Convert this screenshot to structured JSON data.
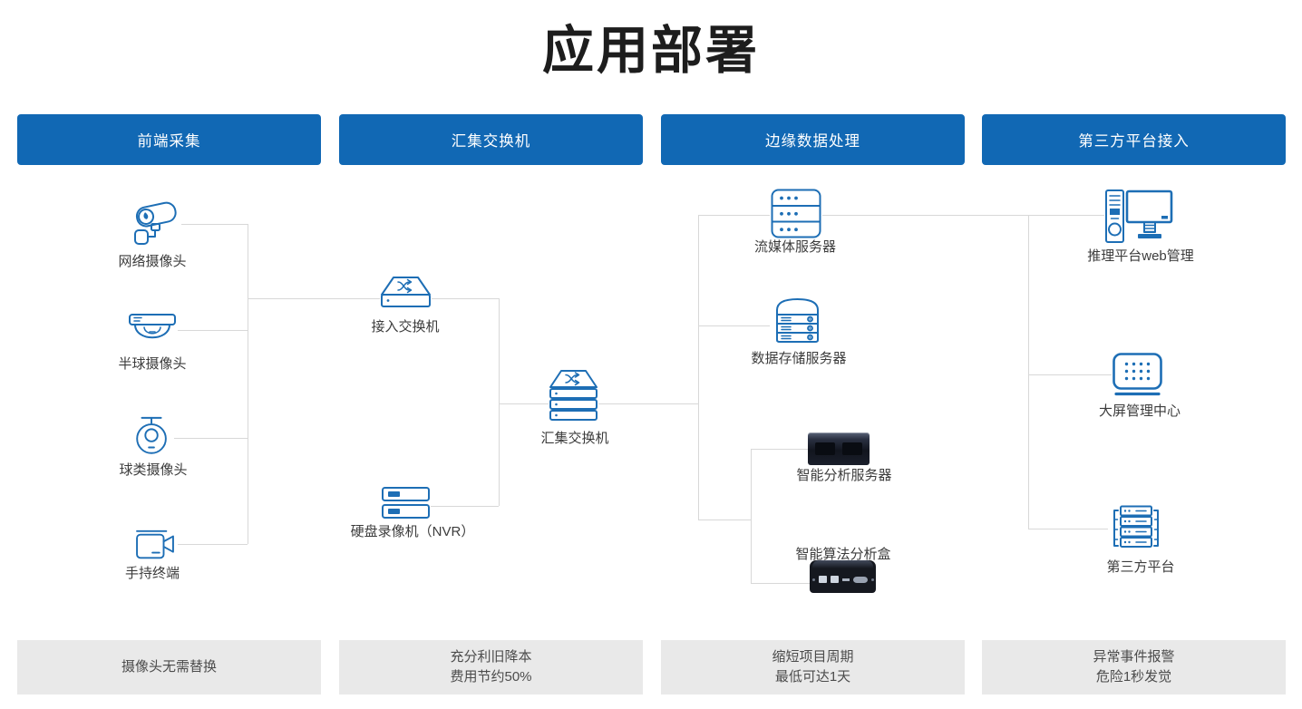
{
  "title": "应用部署",
  "columns": [
    {
      "header": "前端采集",
      "footer_lines": [
        "摄像头无需替换"
      ]
    },
    {
      "header": "汇集交换机",
      "footer_lines": [
        "充分利旧降本",
        "费用节约50%"
      ]
    },
    {
      "header": "边缘数据处理",
      "footer_lines": [
        "缩短项目周期",
        "最低可达1天"
      ]
    },
    {
      "header": "第三方平台接入",
      "footer_lines": [
        "异常事件报警",
        "危险1秒发觉"
      ]
    }
  ],
  "nodes": {
    "network_camera": "网络摄像头",
    "dome_camera": "半球摄像头",
    "ball_camera": "球类摄像头",
    "handheld_terminal": "手持终端",
    "access_switch": "接入交换机",
    "nvr": "硬盘录像机（NVR）",
    "aggregation_switch": "汇集交换机",
    "streaming_server": "流媒体服务器",
    "storage_server": "数据存储服务器",
    "analysis_server": "智能分析服务器",
    "analysis_box": "智能算法分析盒",
    "inference_web": "推理平台web管理",
    "big_screen": "大屏管理中心",
    "third_party": "第三方平台"
  },
  "colors": {
    "header_blue": "#1168b4",
    "icon_blue": "#1d6eb5",
    "connector_gray": "#d8d8d8",
    "footer_bg": "#e9e9e9"
  }
}
